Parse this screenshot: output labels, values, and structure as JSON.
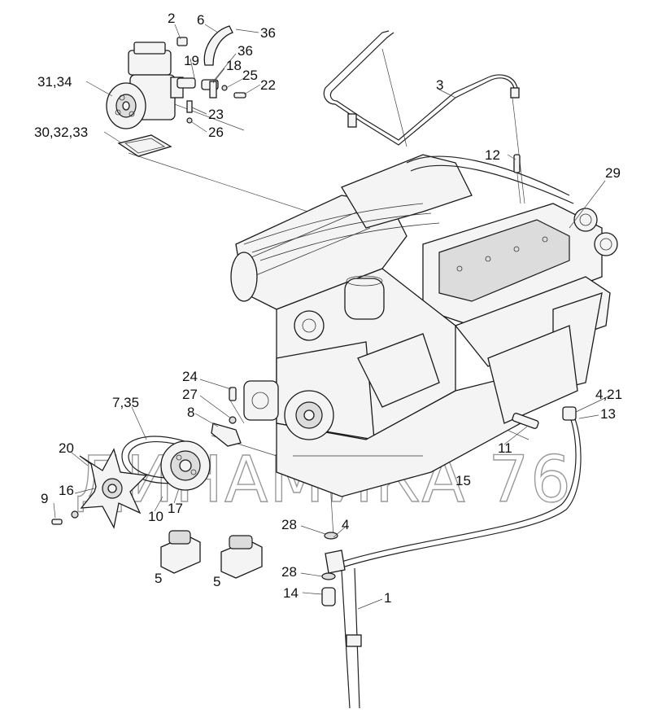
{
  "watermark": "ДИНАМИКА 76",
  "callouts": {
    "c2": "2",
    "c6": "6",
    "c36a": "36",
    "c36b": "36",
    "c19": "19",
    "c18": "18",
    "c25": "25",
    "c22": "22",
    "c31_34": "31,34",
    "c3": "3",
    "c23": "23",
    "c26": "26",
    "c30_32_33": "30,32,33",
    "c12": "12",
    "c29": "29",
    "c24": "24",
    "c27": "27",
    "c8": "8",
    "c7_35": "7,35",
    "c4_21": "4,21",
    "c13": "13",
    "c11": "11",
    "c20": "20",
    "c15": "15",
    "c16": "16",
    "c9": "9",
    "c10": "10",
    "c17": "17",
    "c28a": "28",
    "c4": "4",
    "c5a": "5",
    "c5b": "5",
    "c28b": "28",
    "c14": "14",
    "c1": "1"
  }
}
